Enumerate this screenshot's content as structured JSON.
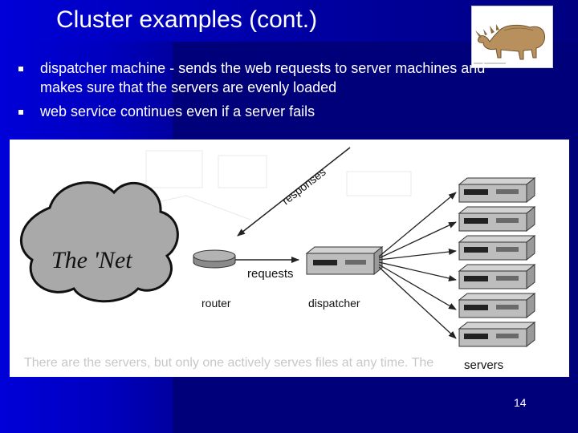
{
  "slide": {
    "title": "Cluster examples (cont.)",
    "page_number": "14"
  },
  "bullets": [
    {
      "text": "dispatcher machine - sends the web requests to server machines and makes sure that the servers are evenly loaded"
    },
    {
      "text": "web service continues even if a server fails"
    }
  ],
  "diagram": {
    "cloud_label": "The 'Net",
    "responses_label": "responses",
    "requests_label": "requests",
    "router_label": "router",
    "dispatcher_label": "dispatcher",
    "servers_label": "servers",
    "server_count": 6,
    "ghost_text": "There are the servers, but only one actively serves files at any time. The"
  },
  "colors": {
    "background": "#00007a",
    "band": "#0000d8",
    "text": "#ffffff",
    "cloud_fill": "#a9a9a9",
    "server_fill": "#bdbdbd"
  },
  "icons": {
    "mascot": "rhinoceros-illustration",
    "bullet": "square-bullet"
  }
}
